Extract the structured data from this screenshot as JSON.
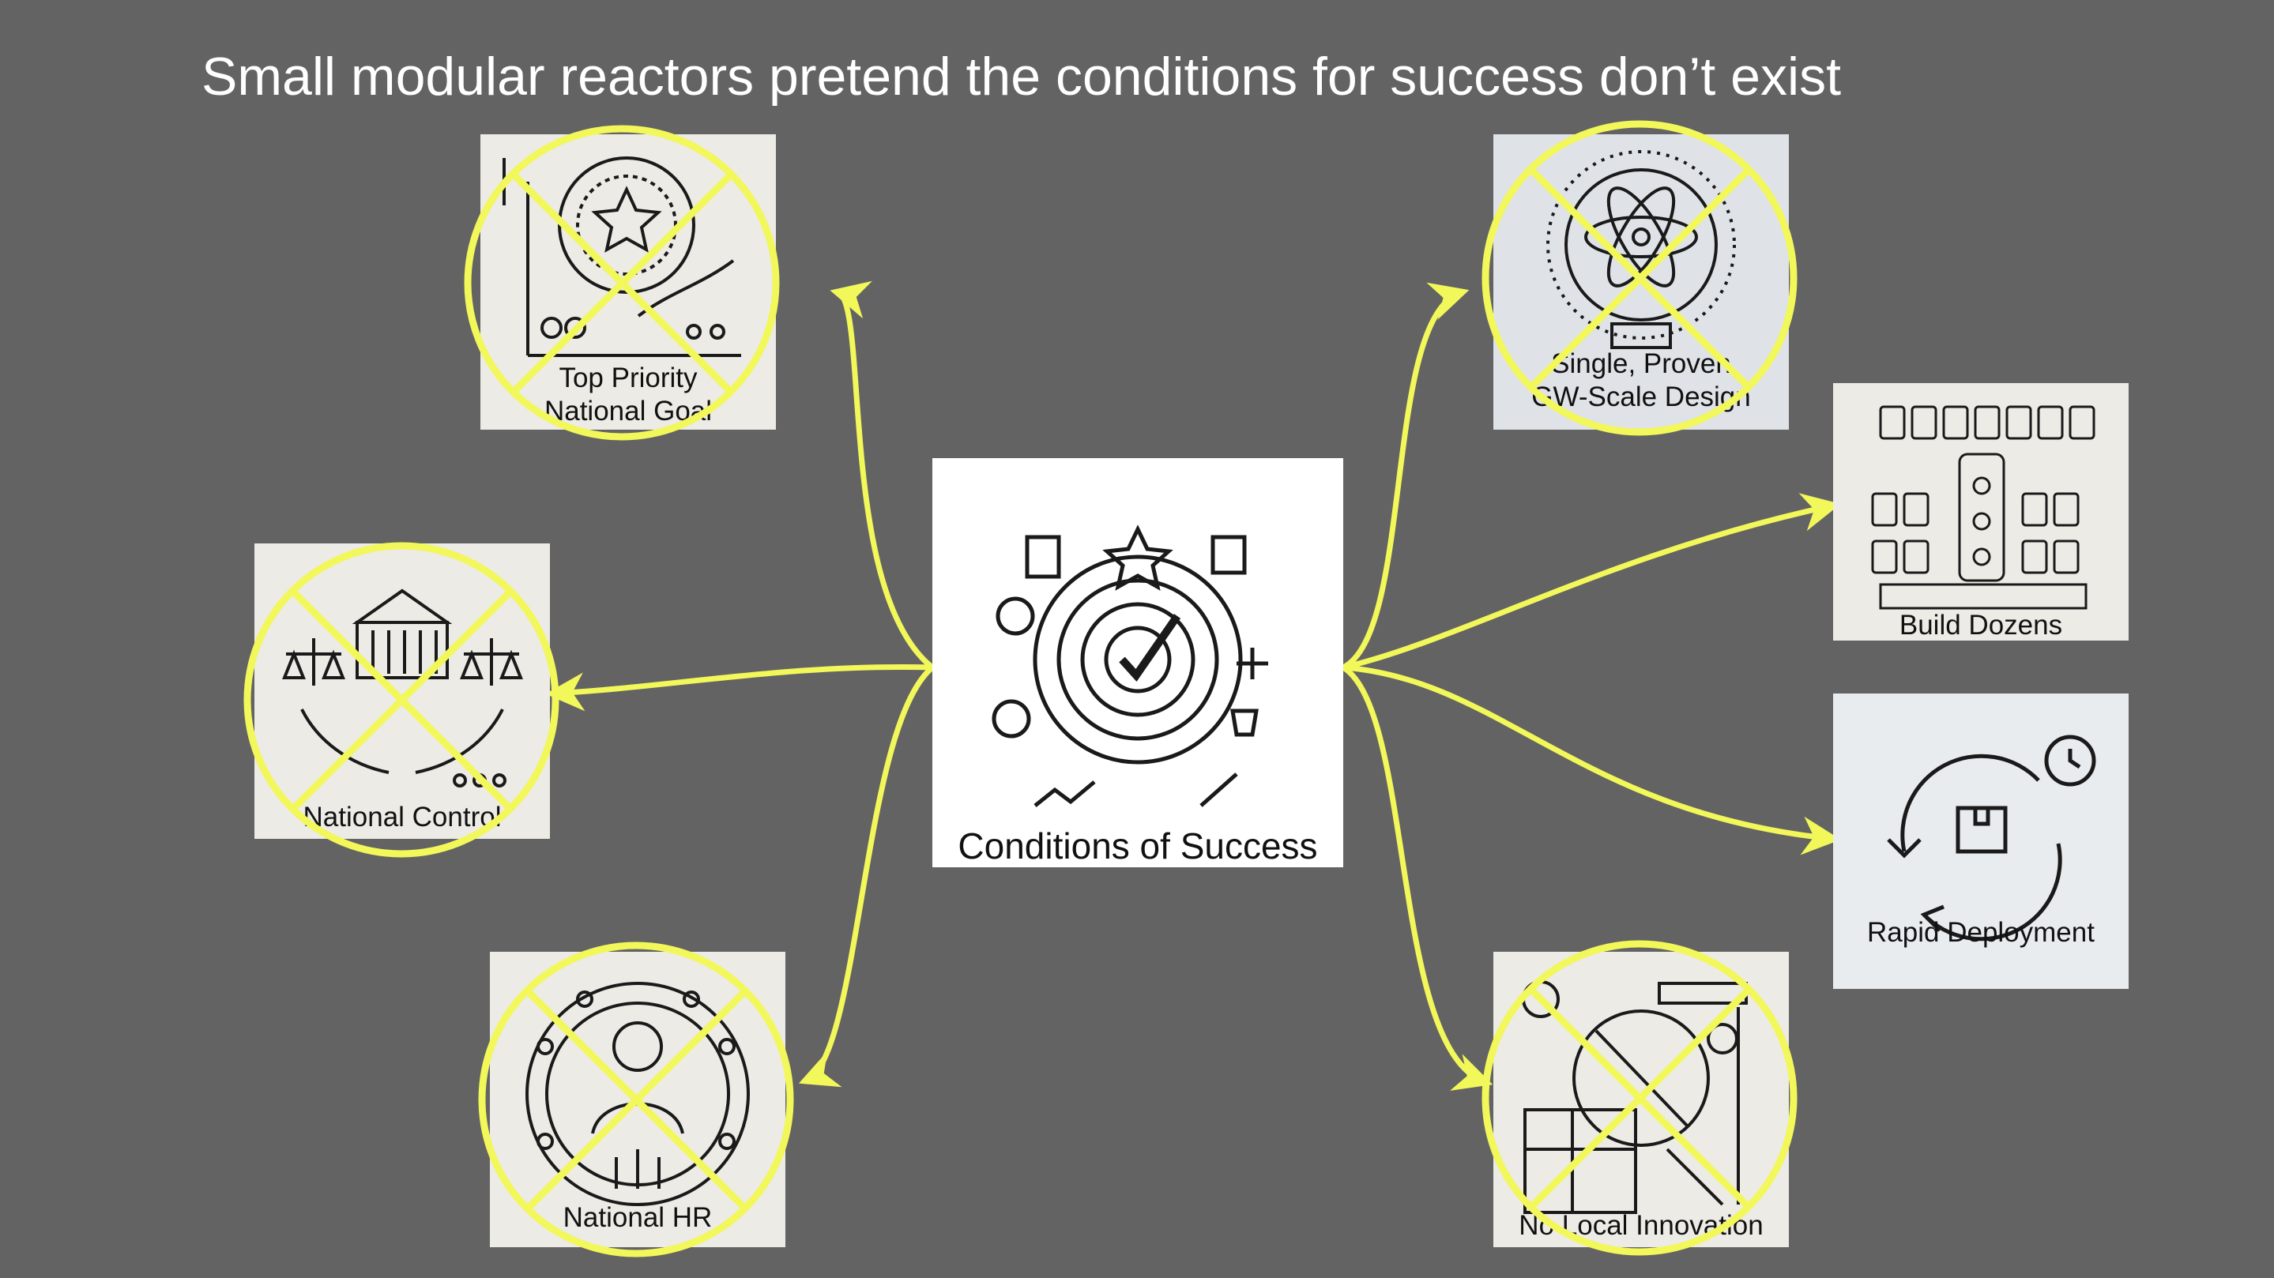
{
  "title": "Small modular reactors pretend the conditions for success don’t exist",
  "center": {
    "label": "Conditions of Success",
    "icon": "target-checkmark-icon"
  },
  "nodes": [
    {
      "id": "top-priority",
      "label": "Top Priority\nNational Goal",
      "icon": "star-goal-icon",
      "crossed": true
    },
    {
      "id": "national-control",
      "label": "National Control",
      "icon": "government-hands-icon",
      "crossed": true
    },
    {
      "id": "national-hr",
      "label": "National HR",
      "icon": "person-network-icon",
      "crossed": true
    },
    {
      "id": "single-design",
      "label": "Single, Proven\nGW-Scale Design",
      "icon": "atom-reactor-icon",
      "crossed": true
    },
    {
      "id": "build-dozens",
      "label": "Build Dozens",
      "icon": "cooling-towers-icon",
      "crossed": false
    },
    {
      "id": "rapid-deployment",
      "label": "Rapid Deployment",
      "icon": "cycle-clock-icon",
      "crossed": false
    },
    {
      "id": "no-local-innovation",
      "label": "No Local Innovation",
      "icon": "blueprint-icon",
      "crossed": true
    }
  ],
  "colors": {
    "background": "#636363",
    "accent": "#f2f75a",
    "title": "#ffffff"
  }
}
